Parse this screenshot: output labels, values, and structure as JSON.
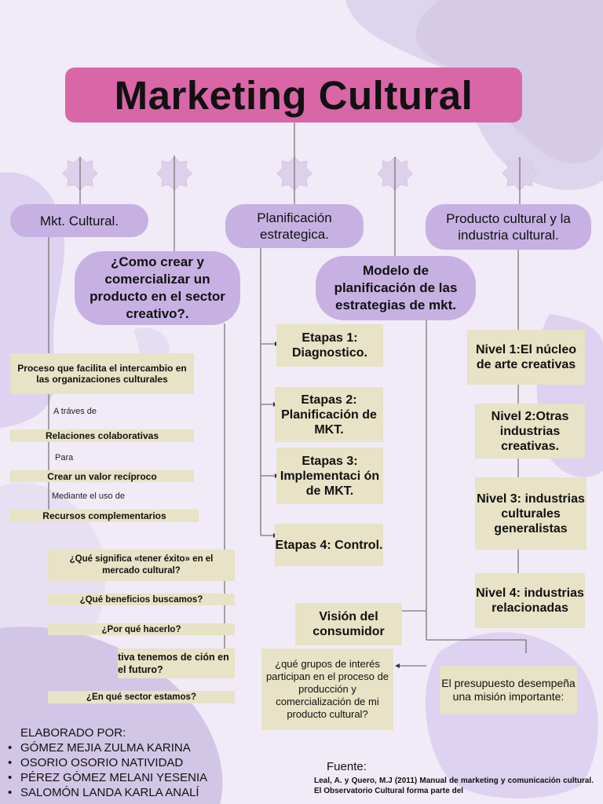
{
  "title": "Marketing Cultural",
  "columns": {
    "mkt": "Mkt. Cultural.",
    "planificacion": "Planificación estrategica.",
    "producto": "Producto cultural y la industria cultural."
  },
  "bubbles": {
    "como_crear": "¿Como crear y comercializar un producto en el sector creativo?.",
    "modelo": "Modelo de planificación de las estrategias de mkt."
  },
  "mkt_chain": {
    "definicion": "Proceso que facilita el intercambio en las organizaciones culturales",
    "traves_de": "A tráves de",
    "relaciones": "Relaciones colaborativas",
    "para": "Para",
    "crear_valor": "Crear un valor recíproco",
    "mediante": "Mediante el uso de",
    "recursos": "Recursos complementarios"
  },
  "preguntas": [
    "¿Qué significa «tener éxito» en el mercado cultural?",
    "¿Qué beneficios buscamos?",
    "¿Por qué hacerlo?",
    "tiva tenemos de ción en el futuro?",
    "¿En qué sector estamos?"
  ],
  "etapas": [
    "Etapas 1: Diagnostico.",
    "Etapas 2: Planificación de MKT.",
    "Etapas 3: Implementaci ón de MKT.",
    "Etapas 4: Control."
  ],
  "niveles": [
    "Nivel 1:El núcleo de arte creativas",
    "Nivel 2:Otras industrias creativas.",
    "Nivel 3: industrias culturales generalistas",
    "Nivel 4: industrias relacionadas"
  ],
  "vision": "Visión del consumidor",
  "grupos": "¿qué grupos de interés participan en el proceso de producción y comercialización de mi producto cultural?",
  "presupuesto": "El presupuesto desempeña una misión importante:",
  "elaborado": {
    "label": "ELABORADO POR:",
    "authors": [
      "GÓMEZ MEJIA ZULMA KARINA",
      "OSORIO OSORIO NATIVIDAD",
      "PÉREZ GÓMEZ MELANI YESENIA",
      "SALOMÓN LANDA KARLA ANALÍ"
    ]
  },
  "fuente": {
    "label": "Fuente:",
    "text": "Leal, A. y Quero, M.J (2011) Manual de marketing y comunicación cultural. El Observatorio Cultural forma parte del"
  },
  "colors": {
    "background": "#f1ebf7",
    "title_bg": "#d966a7",
    "bubble_bg": "#c7b1e3",
    "box_bg": "#e8e2c6"
  }
}
